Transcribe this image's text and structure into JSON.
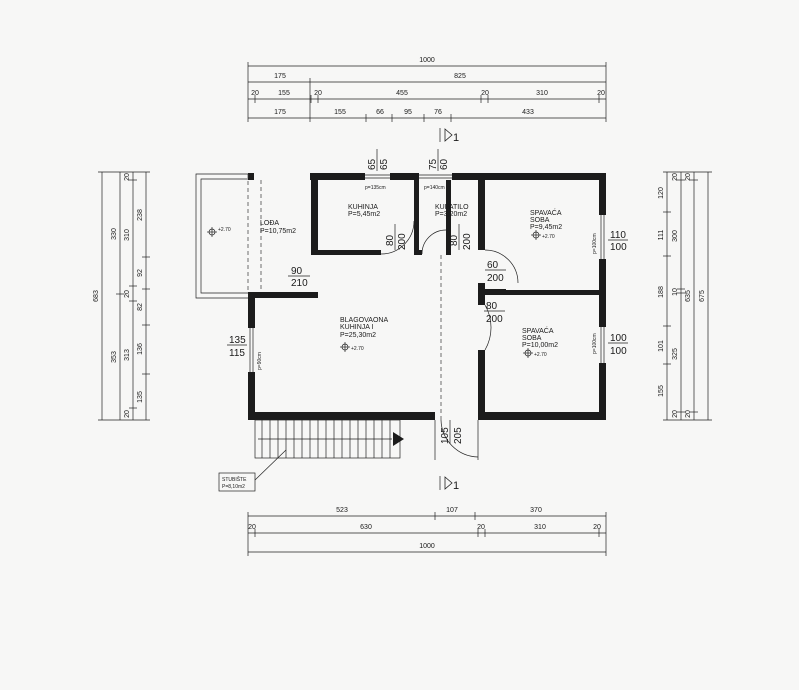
{
  "top_dims": {
    "row1": [
      "1000"
    ],
    "row2": [
      "175",
      "825"
    ],
    "row3": [
      "20",
      "155",
      "20",
      "455",
      "20",
      "310",
      "20"
    ],
    "row4": [
      "175",
      "155",
      "66",
      "95",
      "76",
      "433"
    ]
  },
  "bottom_dims": {
    "row1": [
      "523",
      "107",
      "370"
    ],
    "row2": [
      "20",
      "630",
      "20",
      "310",
      "20"
    ],
    "row3": [
      "1000"
    ]
  },
  "left_dims": {
    "col1": [
      "683"
    ],
    "col2": [
      "330",
      "353"
    ],
    "col3": [
      "20",
      "310",
      "20",
      "313",
      "20"
    ],
    "col4": [
      "238",
      "92",
      "82",
      "136",
      "135"
    ]
  },
  "right_dims": {
    "col1": [
      "120",
      "111",
      "188",
      "101",
      "155"
    ],
    "col2": [
      "20",
      "300",
      "10",
      "325",
      "20"
    ],
    "col3": [
      "20",
      "635",
      "20"
    ],
    "col4": [
      "675"
    ]
  },
  "rooms": {
    "loda": {
      "name": "LOĐA",
      "area": "P=10,75m2"
    },
    "kuhinja": {
      "name": "KUHINJA",
      "area": "P=5,45m2"
    },
    "kupatilo": {
      "name": "KUPATILO",
      "area": "P=3,20m2"
    },
    "spavaca1": {
      "name1": "SPAVAĆA",
      "name2": "SOBA",
      "area": "P=9,45m2"
    },
    "spavaca2": {
      "name1": "SPAVAĆA",
      "name2": "SOBA",
      "area": "P=10,00m2"
    },
    "blagovaona": {
      "name1": "BLAGOVAONA",
      "name2": "KUHINJA I",
      "area": "P=25,30m2"
    }
  },
  "levels": {
    "loda": "+2.70",
    "spavaca1": "+2.70",
    "spavaca2": "+2.70",
    "blagovaona": "+2.70"
  },
  "openings": {
    "w_kuhinja": {
      "a": "65",
      "b": "65"
    },
    "w_kupatilo": {
      "a": "75",
      "b": "60"
    },
    "d_kuhinja": {
      "a": "80",
      "b": "200"
    },
    "d_kupatilo": {
      "a": "80",
      "b": "200"
    },
    "d_loda": {
      "a": "90",
      "b": "210"
    },
    "d_spavaca1": {
      "a": "60",
      "b": "200"
    },
    "d_spavaca2": {
      "a": "80",
      "b": "200"
    },
    "w_left": {
      "a": "135",
      "b": "115"
    },
    "w_right1": {
      "a": "110",
      "b": "100"
    },
    "w_right2": {
      "a": "100",
      "b": "100"
    },
    "entry": {
      "a": "105",
      "b": "205"
    }
  },
  "sill_notes": {
    "kuhinja": "p=135cm",
    "kupatilo": "p=140cm",
    "left": "p=90cm",
    "right1": "p=100cm",
    "right2": "p=100cm"
  },
  "stair": {
    "name": "STUBIŠTE",
    "area": "P=8,10m2"
  },
  "section": {
    "top": "1",
    "bottom": "1"
  }
}
